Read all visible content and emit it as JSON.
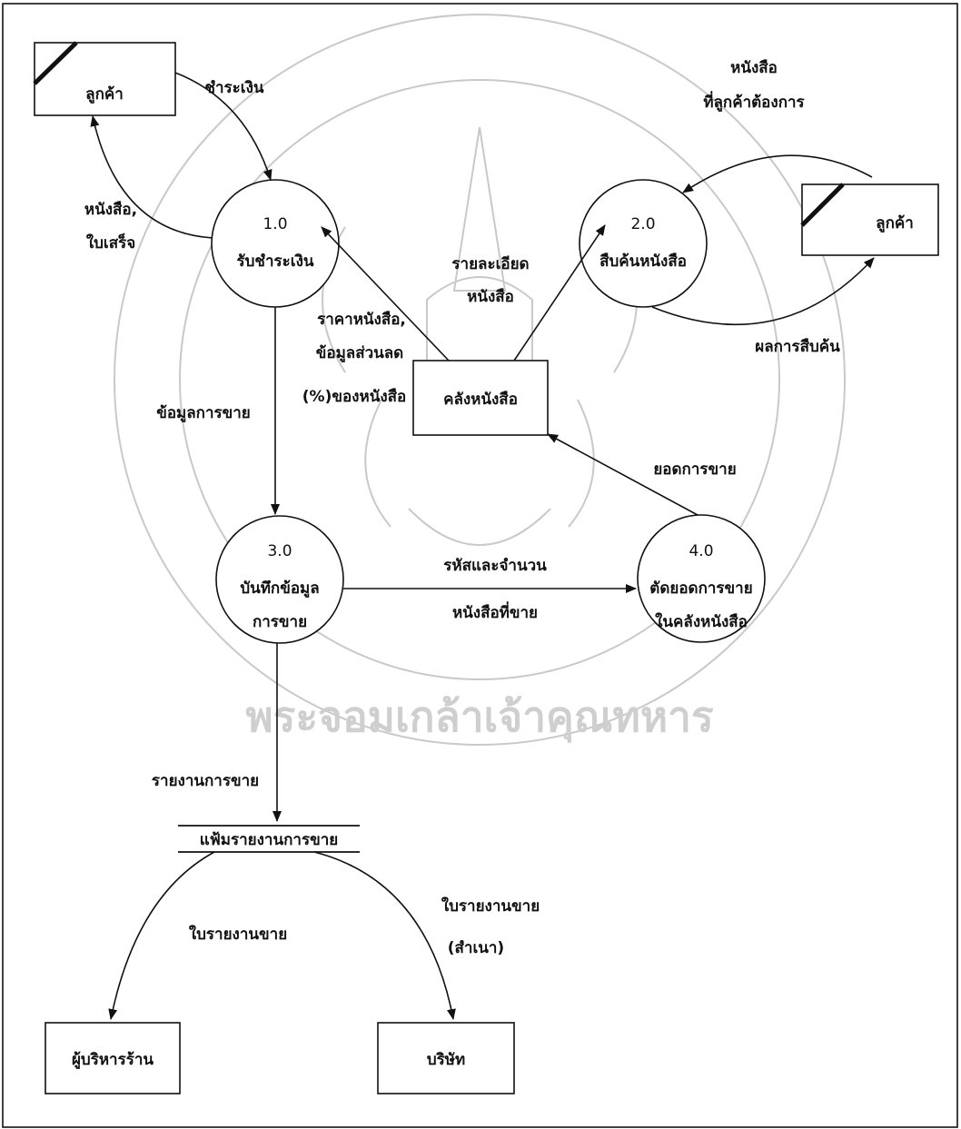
{
  "entities": {
    "customer_left": "ลูกค้า",
    "customer_right": "ลูกค้า",
    "manager": "ผู้บริหารร้าน",
    "company": "บริษัท"
  },
  "processes": {
    "p1": {
      "number": "1.0",
      "line1": "รับชำระเงิน",
      "line2": ""
    },
    "p2": {
      "number": "2.0",
      "line1": "สืบค้นหนังสือ",
      "line2": ""
    },
    "p3": {
      "number": "3.0",
      "line1": "บันทึกข้อมูล",
      "line2": "การขาย"
    },
    "p4": {
      "number": "4.0",
      "line1": "ตัดยอดการขาย",
      "line2": "ในคลังหนังสือ"
    }
  },
  "stores": {
    "book_store": "คลังหนังสือ",
    "sales_report_file": "แฟ้มรายงานการขาย"
  },
  "flows": {
    "payment": "ชำระเงิน",
    "books_receipt_1": "หนังสือ,",
    "books_receipt_2": "ใบเสร็จ",
    "wanted_books_1": "หนังสือ",
    "wanted_books_2": "ที่ลูกค้าต้องการ",
    "search_result": "ผลการสืบค้น",
    "book_details_1": "รายละเอียด",
    "book_details_2": "หนังสือ",
    "price_discount_1": "ราคาหนังสือ,",
    "price_discount_2": "ข้อมูลส่วนลด",
    "price_discount_3": "(%)ของหนังสือ",
    "sales_data": "ข้อมูลการขาย",
    "sales_total": "ยอดการขาย",
    "code_qty_1": "รหัสและจำนวน",
    "code_qty_2": "หนังสือที่ขาย",
    "sales_report": "รายงานการขาย",
    "sales_sheet": "ใบรายงานขาย",
    "sales_sheet_copy_1": "ใบรายงานขาย",
    "sales_sheet_copy_2": "(สำเนา)"
  },
  "watermark_text": "พระจอมเกล้าเจ้าคุณทหาร"
}
